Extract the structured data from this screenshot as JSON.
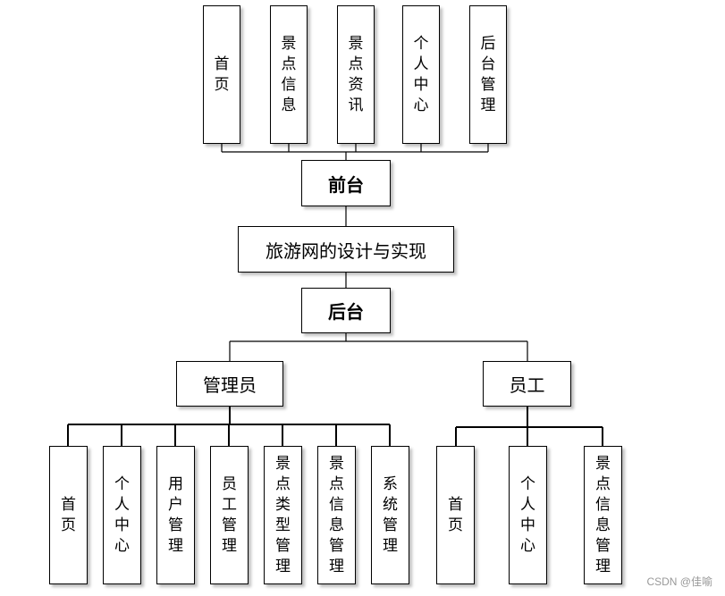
{
  "front": {
    "modules": [
      "首页",
      "景点信息",
      "景点资讯",
      "个人中心",
      "后台管理"
    ],
    "label": "前台"
  },
  "system": {
    "title": "旅游网的设计与实现"
  },
  "back": {
    "label": "后台"
  },
  "admin": {
    "label": "管理员",
    "modules": [
      "首页",
      "个人中心",
      "用户管理",
      "员工管理",
      "景点类型管理",
      "景点信息管理",
      "系统管理"
    ]
  },
  "staff": {
    "label": "员工",
    "modules": [
      "首页",
      "个人中心",
      "景点信息管理"
    ]
  },
  "watermark": "CSDN @佳喻"
}
